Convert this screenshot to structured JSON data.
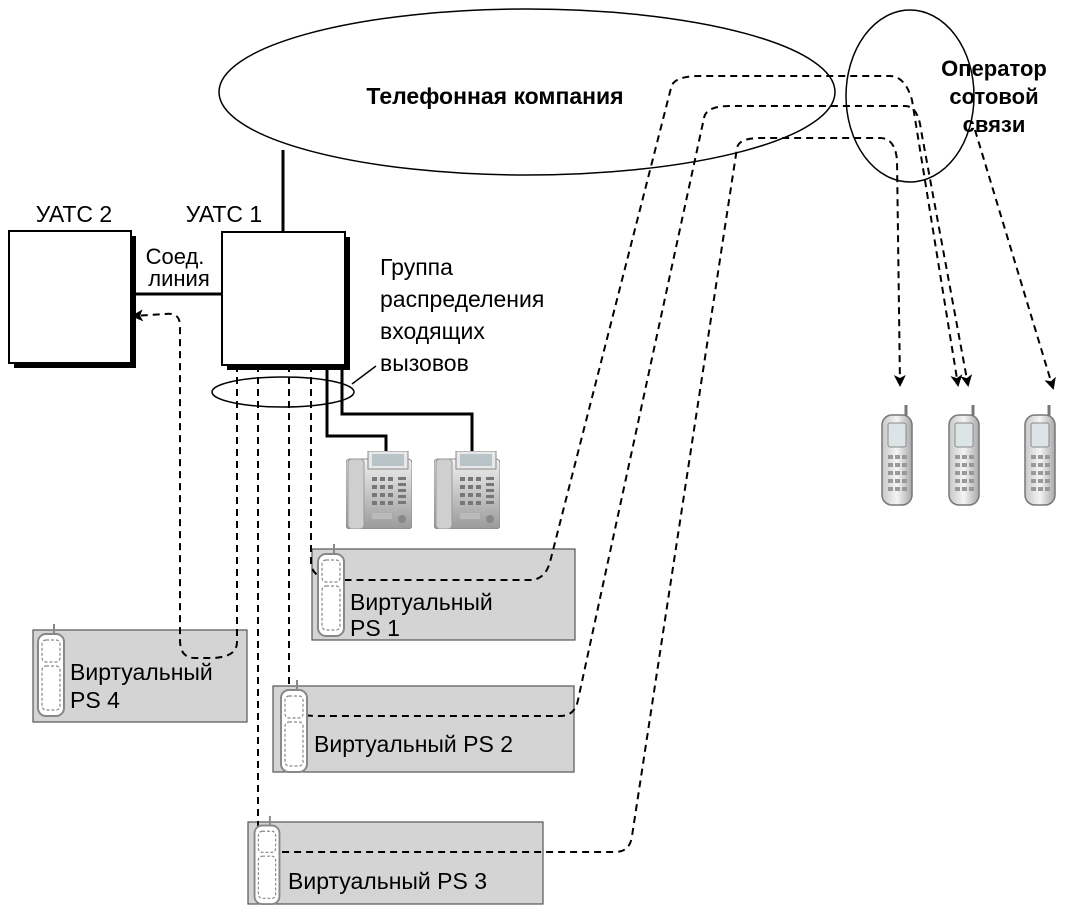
{
  "network": {
    "telco_label": "Телефонная компания",
    "cellular_label_lines": [
      "Оператор",
      "сотовой",
      "связи"
    ]
  },
  "pbx": {
    "pbx2_label": "УАТС 2",
    "pbx1_label": "УАТС 1",
    "trunk_label_lines": [
      "Соед.",
      "линия"
    ]
  },
  "group": {
    "label_lines": [
      "Группа",
      "распределения",
      "входящих",
      "вызовов"
    ]
  },
  "virtual_ps": {
    "ps1_lines": [
      "Виртуальный",
      "PS 1"
    ],
    "ps2_label": "Виртуальный PS 2",
    "ps3_label": "Виртуальный PS 3",
    "ps4_lines": [
      "Виртуальный",
      "PS 4"
    ]
  },
  "colors": {
    "line": "#000000",
    "box_fill": "#d4d4d4",
    "box_stroke": "#555555"
  }
}
